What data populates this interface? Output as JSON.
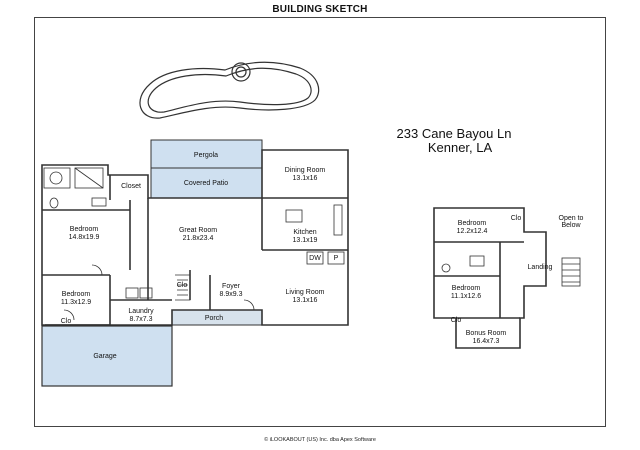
{
  "header": {
    "title": "BUILDING SKETCH"
  },
  "address": {
    "line1": "233 Cane Bayou Ln",
    "line2": "Kenner, LA"
  },
  "rooms": {
    "pergola": "Pergola",
    "covered_patio": "Covered Patio",
    "dining_name": "Dining Room",
    "dining_size": "13.1x16",
    "closet": "Closet",
    "bedroom1_name": "Bedroom",
    "bedroom1_size": "14.8x19.9",
    "great_name": "Great Room",
    "great_size": "21.8x23.4",
    "kitchen_name": "Kitchen",
    "kitchen_size": "13.1x19",
    "dw": "DW",
    "p": "P",
    "bedroom2_name": "Bedroom",
    "bedroom2_size": "11.3x12.9",
    "clo_foyer": "Clo",
    "foyer_name": "Foyer",
    "foyer_size": "8.9x9.3",
    "living_name": "Living Room",
    "living_size": "13.1x16",
    "laundry_name": "Laundry",
    "laundry_size": "8.7x7.3",
    "porch": "Porch",
    "clo_bed2": "Clo",
    "garage": "Garage",
    "up_bedroom1_name": "Bedroom",
    "up_bedroom1_size": "12.2x12.4",
    "clo_up1": "Clo",
    "open_below_1": "Open to",
    "open_below_2": "Below",
    "landing": "Landing",
    "up_bedroom2_name": "Bedroom",
    "up_bedroom2_size": "11.1x12.6",
    "clo_up2": "Clo",
    "bonus_name": "Bonus Room",
    "bonus_size": "16.4x7.3"
  },
  "colors": {
    "blue_fill": "#cfe0f0",
    "line": "#333333"
  },
  "footer": {
    "text": "© iLOOKABOUT (US) Inc. dba Apex Software"
  }
}
